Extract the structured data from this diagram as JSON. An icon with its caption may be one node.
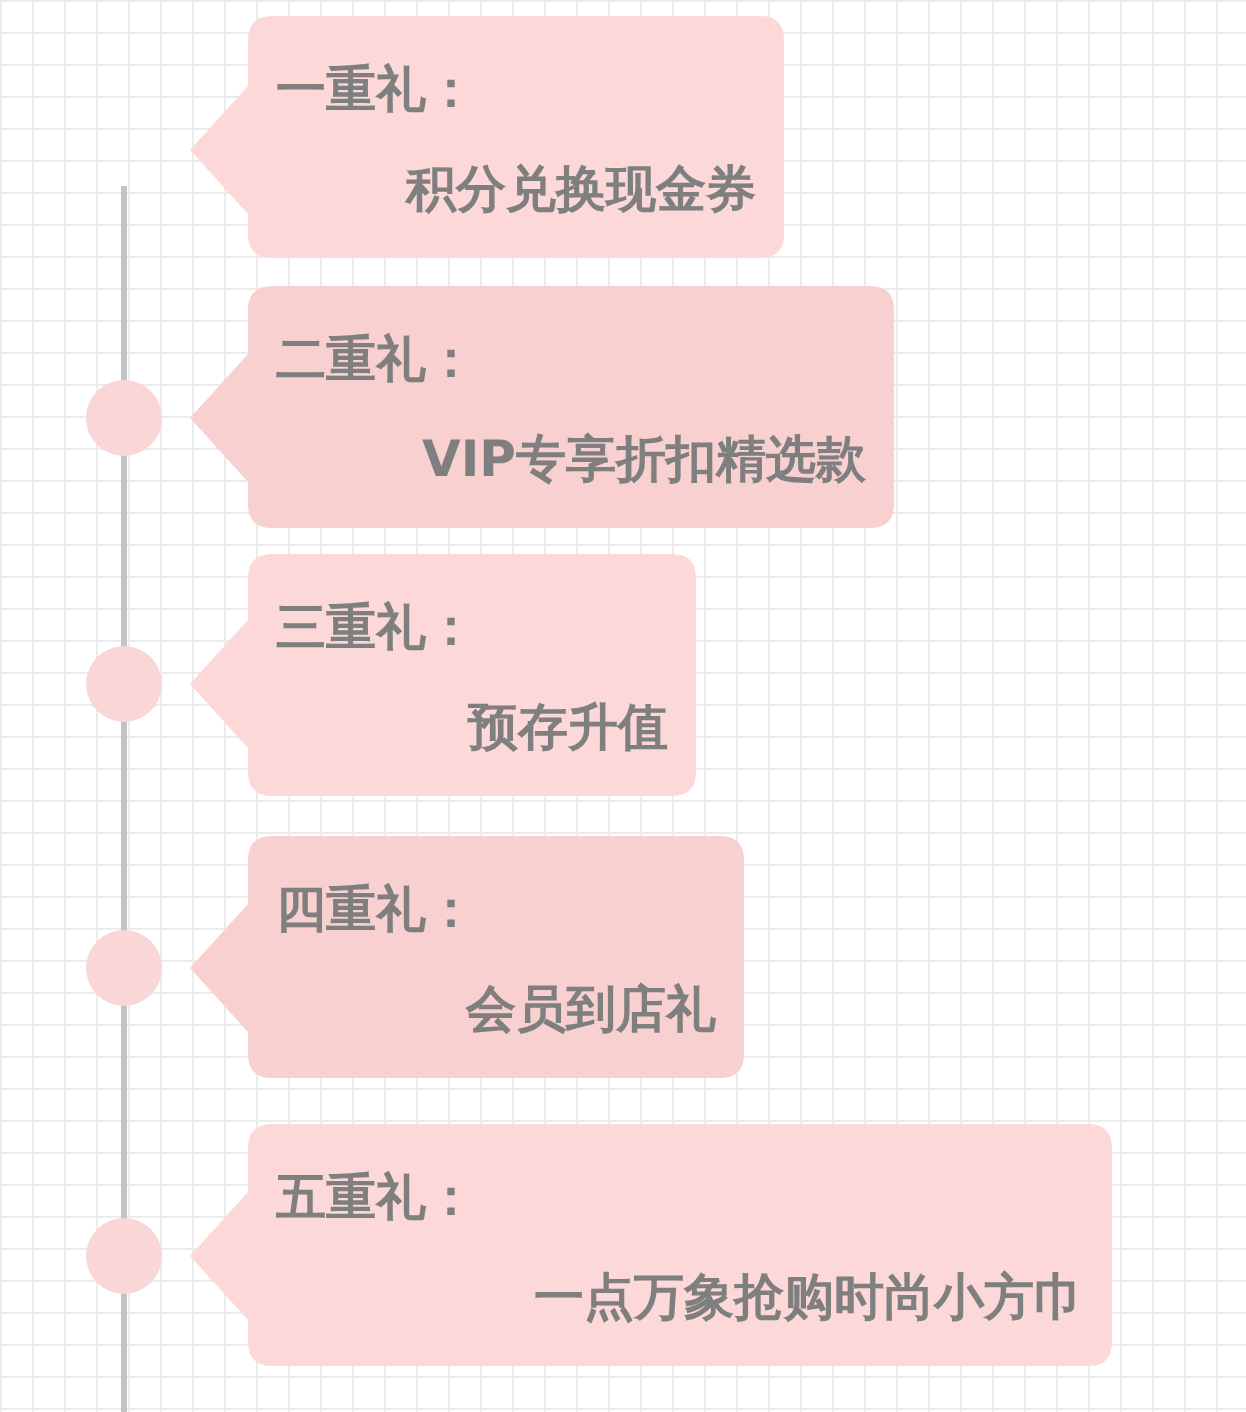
{
  "diagram": {
    "nodes": [
      {
        "text": [
          "一重礼：",
          "积分兑换现金券"
        ]
      },
      {
        "text": [
          "二重礼：",
          "VIP专享折扣精选款"
        ]
      },
      {
        "text": [
          "三重礼：",
          "预存升值"
        ]
      },
      {
        "text": [
          "四重礼：",
          "会员到店礼"
        ]
      },
      {
        "text": [
          "五重礼：",
          "一点万象抢购时尚小方巾"
        ]
      }
    ]
  }
}
